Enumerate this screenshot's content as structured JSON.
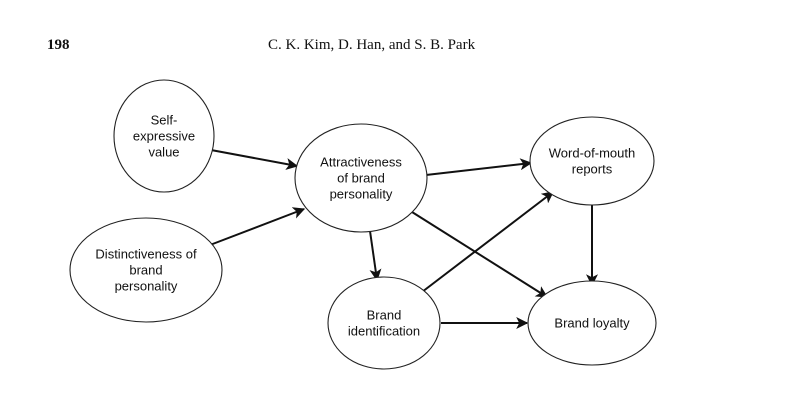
{
  "header": {
    "page_number": "198",
    "authors": "C. K. Kim, D. Han, and S. B. Park"
  },
  "diagram": {
    "nodes": [
      {
        "id": "self-expressive-value",
        "lines": [
          "Self-",
          "expressive",
          "value"
        ]
      },
      {
        "id": "distinctiveness",
        "lines": [
          "Distinctiveness of",
          "brand",
          "personality"
        ]
      },
      {
        "id": "attractiveness",
        "lines": [
          "Attractiveness",
          "of brand",
          "personality"
        ]
      },
      {
        "id": "word-of-mouth",
        "lines": [
          "Word-of-mouth",
          "reports"
        ]
      },
      {
        "id": "brand-identification",
        "lines": [
          "Brand",
          "identification"
        ]
      },
      {
        "id": "brand-loyalty",
        "lines": [
          "Brand loyalty"
        ]
      }
    ],
    "edges": [
      {
        "from": "self-expressive-value",
        "to": "attractiveness"
      },
      {
        "from": "distinctiveness",
        "to": "attractiveness"
      },
      {
        "from": "attractiveness",
        "to": "word-of-mouth"
      },
      {
        "from": "attractiveness",
        "to": "brand-identification"
      },
      {
        "from": "attractiveness",
        "to": "brand-loyalty"
      },
      {
        "from": "brand-identification",
        "to": "word-of-mouth"
      },
      {
        "from": "brand-identification",
        "to": "brand-loyalty"
      },
      {
        "from": "word-of-mouth",
        "to": "brand-loyalty"
      }
    ]
  }
}
